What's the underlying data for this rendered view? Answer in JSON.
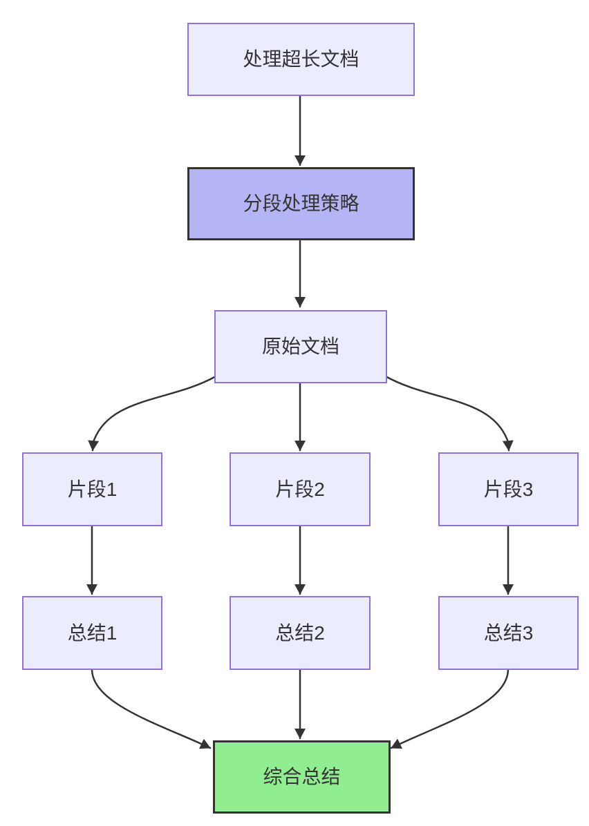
{
  "diagram": {
    "type": "flowchart",
    "direction": "top-down",
    "nodes": {
      "start": {
        "id": "start",
        "label": "处理超长文档",
        "style": "default"
      },
      "strategy": {
        "id": "strategy",
        "label": "分段处理策略",
        "style": "emphasis"
      },
      "doc": {
        "id": "doc",
        "label": "原始文档",
        "style": "default"
      },
      "frag1": {
        "id": "frag1",
        "label": "片段1",
        "style": "default"
      },
      "frag2": {
        "id": "frag2",
        "label": "片段2",
        "style": "default"
      },
      "frag3": {
        "id": "frag3",
        "label": "片段3",
        "style": "default"
      },
      "sum1": {
        "id": "sum1",
        "label": "总结1",
        "style": "default"
      },
      "sum2": {
        "id": "sum2",
        "label": "总结2",
        "style": "default"
      },
      "sum3": {
        "id": "sum3",
        "label": "总结3",
        "style": "default"
      },
      "final": {
        "id": "final",
        "label": "综合总结",
        "style": "success"
      }
    },
    "edges": [
      {
        "from": "start",
        "to": "strategy"
      },
      {
        "from": "strategy",
        "to": "doc"
      },
      {
        "from": "doc",
        "to": "frag1"
      },
      {
        "from": "doc",
        "to": "frag2"
      },
      {
        "from": "doc",
        "to": "frag3"
      },
      {
        "from": "frag1",
        "to": "sum1"
      },
      {
        "from": "frag2",
        "to": "sum2"
      },
      {
        "from": "frag3",
        "to": "sum3"
      },
      {
        "from": "sum1",
        "to": "final"
      },
      {
        "from": "sum2",
        "to": "final"
      },
      {
        "from": "sum3",
        "to": "final"
      }
    ],
    "colors": {
      "background": "#ffffff",
      "node_fill": "#ececff",
      "node_border": "#9370db",
      "emphasis_fill": "#b5b5f6",
      "emphasis_border": "#333333",
      "success_fill": "#90ee90",
      "success_border": "#333333",
      "edge": "#333333",
      "text": "#333333"
    }
  }
}
